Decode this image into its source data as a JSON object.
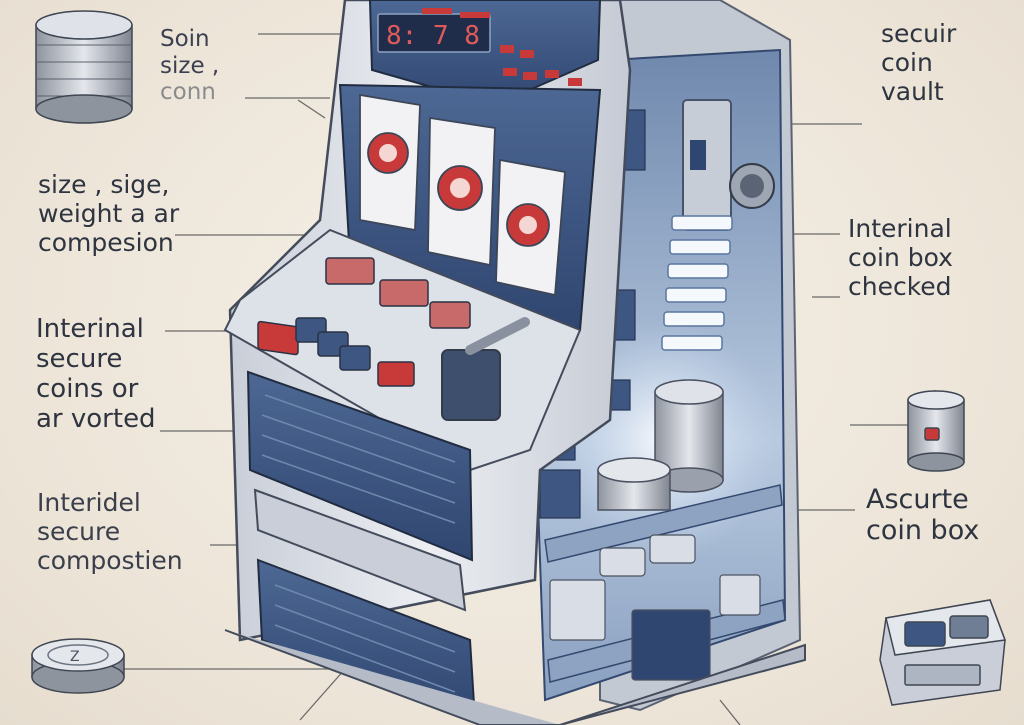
{
  "labels": {
    "top_left": [
      "Soin",
      "size ,",
      "conn"
    ],
    "mid_left_1": [
      "size ,  sige,",
      "weight  a ar",
      "compesion"
    ],
    "mid_left_2": [
      "Interinal",
      "secure",
      "coins or",
      "ar vorted"
    ],
    "mid_left_3": [
      "Interidel",
      "secure",
      "compostien"
    ],
    "top_right": [
      "secuir",
      "coin",
      "vault"
    ],
    "mid_right": [
      "Interinal",
      "coin box",
      "checked"
    ],
    "bottom_right": [
      "Ascurte",
      "coin box"
    ]
  },
  "display_text": "8:  7 8",
  "colors": {
    "cabinet_body": "#dfe2e8",
    "cabinet_blue": "#3f5a86",
    "reel_red": "#c83a3a",
    "label_text": "#2e3440",
    "leader_line": "#6a6a6a",
    "accent_dot": "#e05a5a"
  },
  "icons": [
    "coin-stack-icon",
    "coin-icon",
    "coin-canister-icon",
    "coin-box-icon"
  ]
}
